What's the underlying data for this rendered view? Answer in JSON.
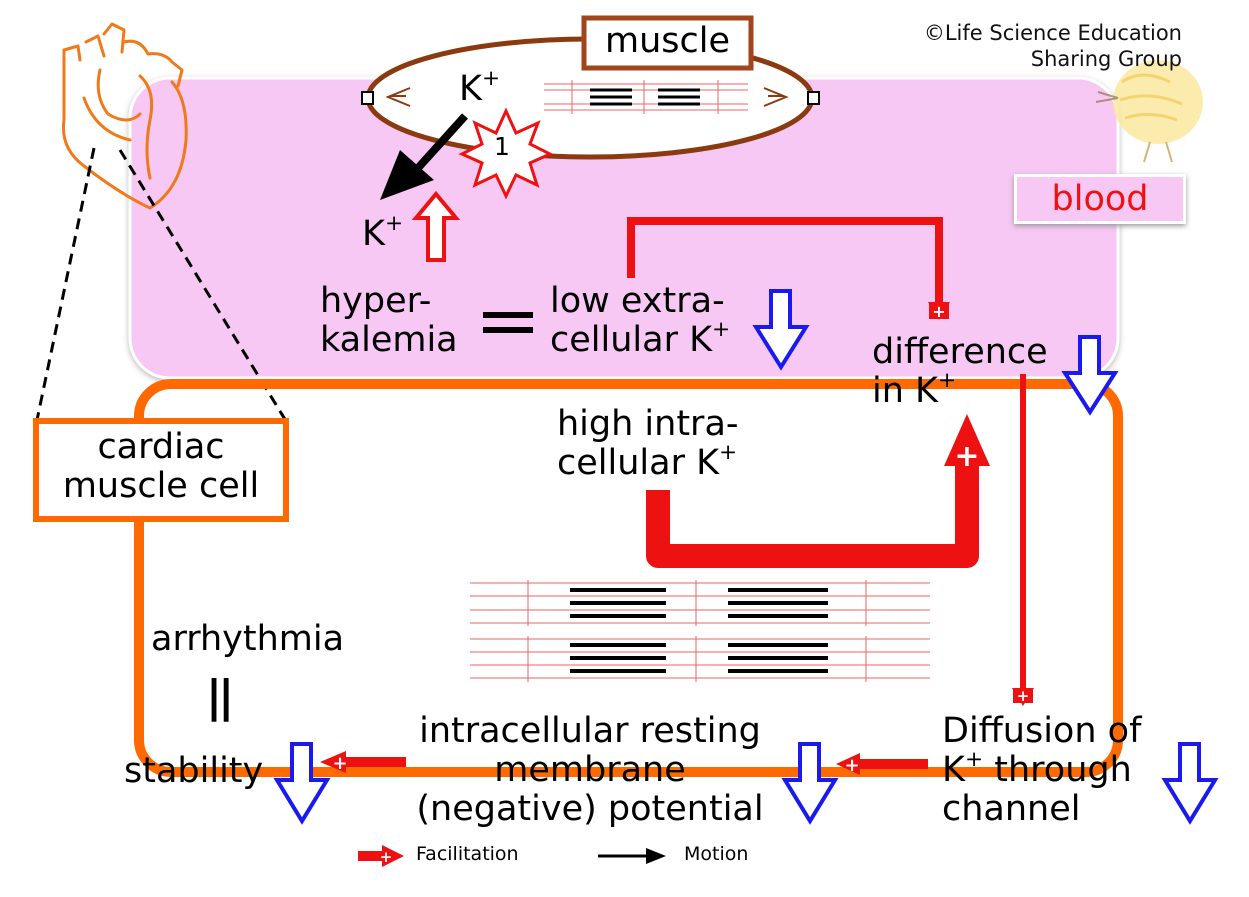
{
  "copyright": [
    "©Life Science Education",
    "Sharing Group"
  ],
  "labels": {
    "muscle": "muscle",
    "blood": "blood",
    "cardiac_cell": [
      "cardiac",
      "muscle cell"
    ],
    "k": "K",
    "plus": "+",
    "step_number": "1",
    "hyperkalemia": [
      "hyper-",
      "kalemia"
    ],
    "equals": "=",
    "low_extracellular": [
      "low extra-",
      "cellular K"
    ],
    "difference": [
      "difference",
      "in K"
    ],
    "high_intracellular": [
      "high intra-",
      "cellular K"
    ],
    "arrhythmia": "arrhythmia",
    "parallel": "||",
    "stability": "stability",
    "resting_potential": [
      "intracellular resting",
      "membrane",
      "(negative) potential"
    ],
    "diffusion": [
      "Diffusion of",
      "K",
      " through",
      "channel"
    ]
  },
  "legend": {
    "facilitation": "Facilitation",
    "motion": "Motion"
  },
  "colors": {
    "blood": "#f6c8f3",
    "cell_border": "#ff6a00",
    "muscle_border": "#8b3a10",
    "facilitation": "#ee1111",
    "decrease": "#1a1aee",
    "heart": "#f07a1a"
  }
}
